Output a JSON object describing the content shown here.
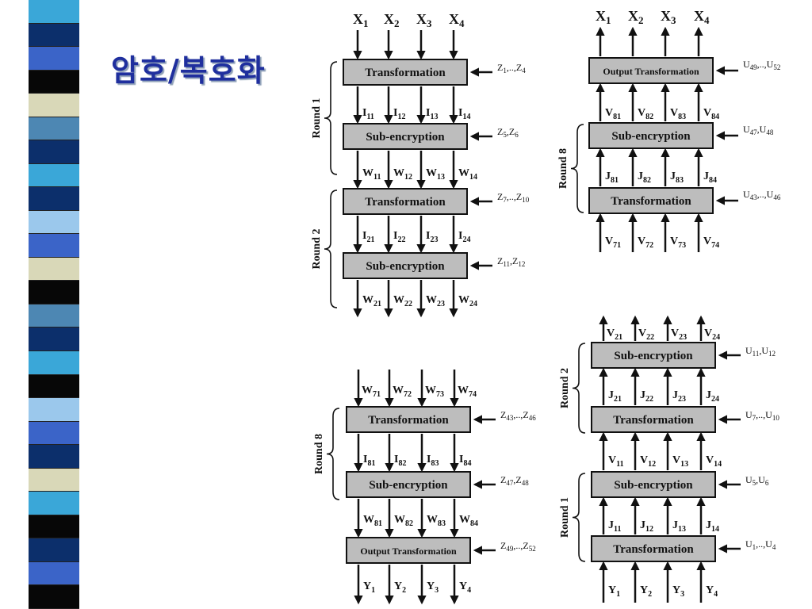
{
  "slide": {
    "title": "암호/복호화",
    "strip_colors": [
      "#3aa7d8",
      "#0c2f6b",
      "#3b64c8",
      "#070707",
      "#d9d8b8",
      "#4d87b3",
      "#0c2f6b",
      "#3aa7d8",
      "#0c2f6b",
      "#9bc8ec",
      "#3b64c8",
      "#d9d8b8",
      "#070707",
      "#4d87b3",
      "#0c2f6b",
      "#3aa7d8",
      "#070707",
      "#9bc8ec",
      "#3b64c8",
      "#0c2f6b",
      "#d9d8b8",
      "#3aa7d8",
      "#070707",
      "#0c2f6b",
      "#3b64c8",
      "#070707"
    ]
  },
  "diagrams": {
    "top_left": {
      "top_vars": [
        "X1",
        "X2",
        "X3",
        "X4"
      ],
      "rounds": [
        "Round 1",
        "Round 2"
      ],
      "boxes": [
        "Transformation",
        "Sub-encryption",
        "Transformation",
        "Sub-encryption"
      ],
      "keys": [
        "Z1,..,Z4",
        "Z5,Z6",
        "Z7,..,Z10",
        "Z11,Z12"
      ],
      "mid_vars": [
        [
          "I11",
          "I12",
          "I13",
          "I14"
        ],
        [
          "W11",
          "W12",
          "W13",
          "W14"
        ],
        [
          "I21",
          "I22",
          "I23",
          "I24"
        ],
        [
          "W21",
          "W22",
          "W23",
          "W24"
        ]
      ]
    },
    "top_right": {
      "top_vars": [
        "X1",
        "X2",
        "X3",
        "X4"
      ],
      "rounds": [
        "Round 8"
      ],
      "boxes": [
        "Output Transformation",
        "Sub-encryption",
        "Transformation"
      ],
      "keys": [
        "U49,..,U52",
        "U47,U48",
        "U43,..,U46"
      ],
      "mid_vars": [
        [
          "V81",
          "V82",
          "V83",
          "V84"
        ],
        [
          "J81",
          "J82",
          "J83",
          "J84"
        ],
        [
          "V71",
          "V72",
          "V73",
          "V74"
        ]
      ]
    },
    "bottom_left": {
      "top_vars": [
        "W71",
        "W72",
        "W73",
        "W74"
      ],
      "rounds": [
        "Round 8"
      ],
      "boxes": [
        "Transformation",
        "Sub-encryption",
        "Output Transformation"
      ],
      "keys": [
        "Z43,..,Z46",
        "Z47,Z48",
        "Z49,..,Z52"
      ],
      "mid_vars": [
        [
          "I81",
          "I82",
          "I83",
          "I84"
        ],
        [
          "W81",
          "W82",
          "W83",
          "W84"
        ],
        [
          "Y1",
          "Y2",
          "Y3",
          "Y4"
        ]
      ]
    },
    "bottom_right": {
      "top_vars": [
        "V21",
        "V22",
        "V23",
        "V24"
      ],
      "rounds": [
        "Round 2",
        "Round 1"
      ],
      "boxes": [
        "Sub-encryption",
        "Transformation",
        "Sub-encryption",
        "Transformation"
      ],
      "keys": [
        "U11,U12",
        "U7,..,U10",
        "U5,U6",
        "U1,..,U4"
      ],
      "mid_vars": [
        [
          "J21",
          "J22",
          "J23",
          "J24"
        ],
        [
          "V11",
          "V12",
          "V13",
          "V14"
        ],
        [
          "J11",
          "J12",
          "J13",
          "J14"
        ],
        [
          "Y1",
          "Y2",
          "Y3",
          "Y4"
        ]
      ]
    }
  }
}
